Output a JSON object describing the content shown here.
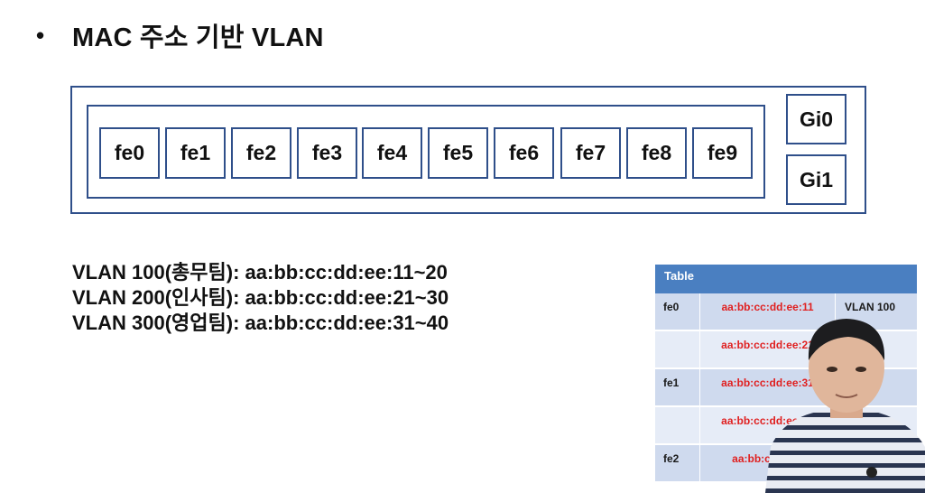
{
  "heading": {
    "bullet": "•",
    "title": "MAC 주소 기반 VLAN"
  },
  "switch": {
    "fe_ports": [
      "fe0",
      "fe1",
      "fe2",
      "fe3",
      "fe4",
      "fe5",
      "fe6",
      "fe7",
      "fe8",
      "fe9"
    ],
    "gi_ports": [
      "Gi0",
      "Gi1"
    ]
  },
  "vlans": [
    "VLAN 100(총무팀): aa:bb:cc:dd:ee:11~20",
    "VLAN 200(인사팀): aa:bb:cc:dd:ee:21~30",
    "VLAN 300(영업팀): aa:bb:cc:dd:ee:31~40"
  ],
  "table": {
    "header": "Table",
    "rows": [
      {
        "port": "fe0",
        "mac": "aa:bb:cc:dd:ee:11",
        "vlan": "VLAN 100"
      },
      {
        "port": "",
        "mac": "aa:bb:cc:dd:ee:21",
        "vlan": "V"
      },
      {
        "port": "fe1",
        "mac": "aa:bb:cc:dd:ee:31",
        "vlan": "V"
      },
      {
        "port": "",
        "mac": "aa:bb:cc:dd:ee:25",
        "vlan": ""
      },
      {
        "port": "fe2",
        "mac": "aa:bb:cc:dd:e",
        "vlan": ""
      }
    ]
  },
  "colors": {
    "border": "#2f4f8a",
    "table_header": "#4a7fc1",
    "mac_text": "#e02020"
  }
}
